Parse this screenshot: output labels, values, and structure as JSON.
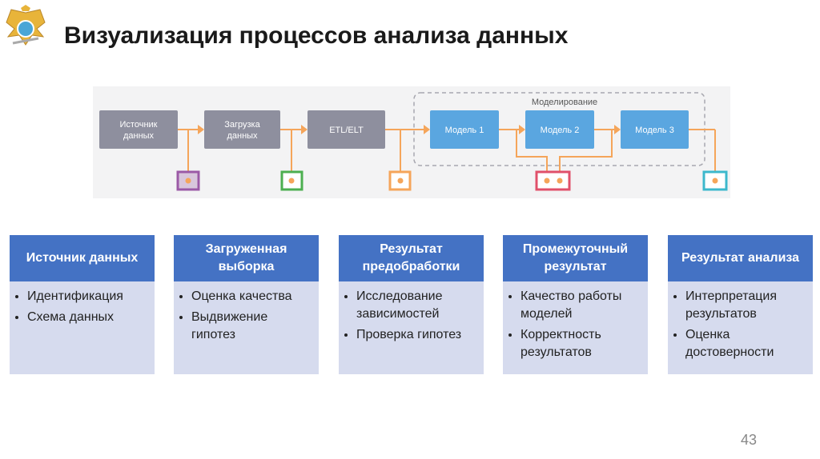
{
  "title": "Визуализация процессов анализа данных",
  "diagram": {
    "steps": [
      "Источник данных",
      "Загрузка данных",
      "ETL/ELT",
      "Модель 1",
      "Модель 2",
      "Модель 3"
    ],
    "step_lines": [
      [
        "Источник",
        "данных"
      ],
      [
        "Загрузка",
        "данных"
      ],
      [
        "ETL/ELT"
      ],
      [
        "Модель 1"
      ],
      [
        "Модель 2"
      ],
      [
        "Модель 3"
      ]
    ],
    "group_label": "Моделирование",
    "colors": {
      "gray": "#8e8f9e",
      "blue": "#5aa6e0",
      "arrow": "#f5a55a",
      "outputs": [
        "#9b59a6",
        "#4caf50",
        "#f5a55a",
        "#e0506a",
        "#3cb8cc"
      ]
    }
  },
  "cards": [
    {
      "header": "Источник данных",
      "items": [
        "Идентификация",
        "Схема данных"
      ]
    },
    {
      "header": "Загруженная выборка",
      "items": [
        "Оценка качества",
        "Выдвижение гипотез"
      ]
    },
    {
      "header": "Результат предобработки",
      "items": [
        "Исследование зависимостей",
        "Проверка гипотез"
      ]
    },
    {
      "header": "Промежуточный результат",
      "items": [
        "Качество работы моделей",
        "Корректность результатов"
      ]
    },
    {
      "header": "Результат анализа",
      "items": [
        "Интерпретация результатов",
        "Оценка достоверности"
      ]
    }
  ],
  "page_number": "43"
}
